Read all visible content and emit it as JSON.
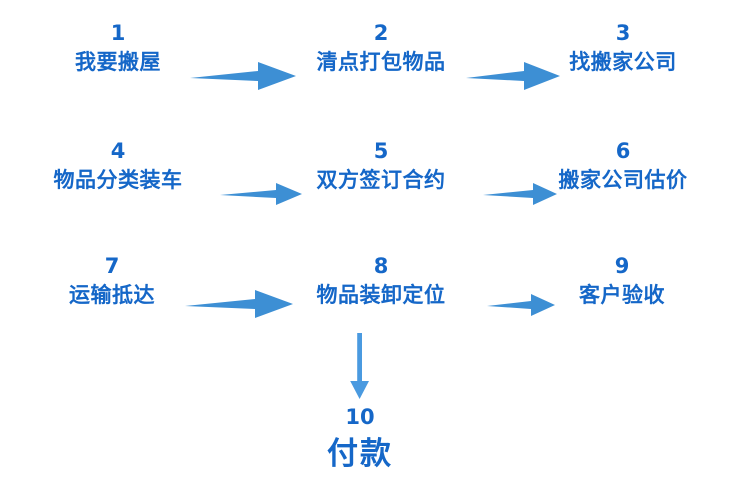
{
  "diagram": {
    "title": "",
    "colors": {
      "text_blue": "#1567c8",
      "arrow_blue": "#3d8fd4",
      "arrow_down_blue": "#4a9ae0",
      "background": "#ffffff"
    },
    "steps": [
      {
        "number": "1",
        "label": "我要搬屋",
        "row": 1,
        "col": 1
      },
      {
        "number": "2",
        "label": "清点打包物品",
        "row": 1,
        "col": 2
      },
      {
        "number": "3",
        "label": "找搬家公司",
        "row": 1,
        "col": 3
      },
      {
        "number": "4",
        "label": "物品分类装车",
        "row": 2,
        "col": 1
      },
      {
        "number": "5",
        "label": "双方签订合约",
        "row": 2,
        "col": 2
      },
      {
        "number": "6",
        "label": "搬家公司估价",
        "row": 2,
        "col": 3
      },
      {
        "number": "7",
        "label": "运输抵达",
        "row": 3,
        "col": 1
      },
      {
        "number": "8",
        "label": "物品装卸定位",
        "row": 3,
        "col": 2
      },
      {
        "number": "9",
        "label": "客户验收",
        "row": 3,
        "col": 3
      },
      {
        "number": "10",
        "label": "付款",
        "row": 4,
        "col": 2
      }
    ],
    "connectors": [
      {
        "name": "arrow-1-to-2",
        "direction": "right"
      },
      {
        "name": "arrow-2-to-3",
        "direction": "right"
      },
      {
        "name": "arrow-4-to-5",
        "direction": "right"
      },
      {
        "name": "arrow-5-to-6",
        "direction": "right"
      },
      {
        "name": "arrow-7-to-8",
        "direction": "right"
      },
      {
        "name": "arrow-8-to-9",
        "direction": "right"
      },
      {
        "name": "arrow-8-to-10",
        "direction": "down"
      }
    ]
  }
}
